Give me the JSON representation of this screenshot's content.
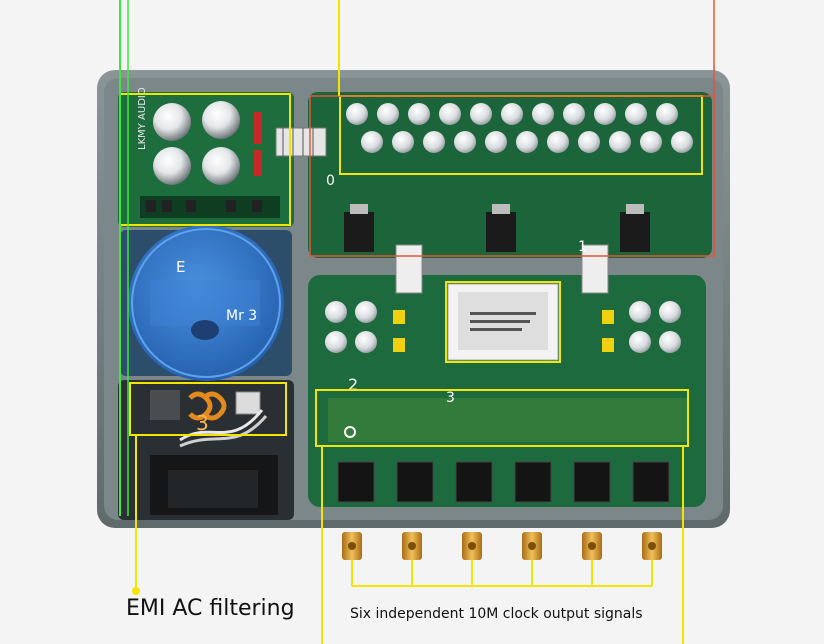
{
  "captions": {
    "emi": "EMI AC filtering",
    "six_outputs": "Six independent 10M clock output signals"
  },
  "board_markings": {
    "brand": "LKMY AUDIO",
    "transformer_letter": "E",
    "transformer_model": "Mr 3",
    "zone_0": "0",
    "zone_1": "1",
    "zone_2": "2",
    "zone_3": "3",
    "zone_3_orange": "3"
  },
  "colors": {
    "yellow_line": "#f2e600",
    "green_line": "#3ee83a",
    "red_line": "#e0573a",
    "chassis": "#6f7b7d",
    "pcb": "#1d6a3e",
    "transformer": "#2f74c8",
    "gold": "#d39a2a"
  }
}
